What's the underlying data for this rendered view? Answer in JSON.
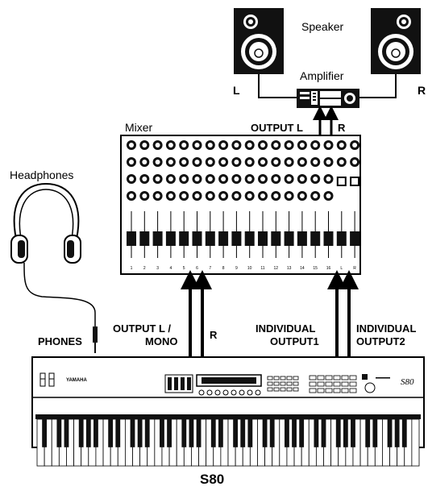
{
  "labels": {
    "speaker": "Speaker",
    "amplifier": "Amplifier",
    "left": "L",
    "right": "R",
    "mixer": "Mixer",
    "output_l": "OUTPUT L",
    "output_r": "R",
    "headphones": "Headphones",
    "phones": "PHONES",
    "output_l_mono": [
      "OUTPUT L /",
      "MONO"
    ],
    "keyboard_r": "R",
    "individual_output1": [
      "INDIVIDUAL",
      "OUTPUT1"
    ],
    "individual_output2": [
      "INDIVIDUAL",
      "OUTPUT2"
    ],
    "model": "S80",
    "brand": "YAMAHA"
  },
  "mixer": {
    "channel_labels": [
      "1",
      "2",
      "3",
      "4",
      "5",
      "6",
      "7",
      "8",
      "9",
      "10",
      "11",
      "12",
      "13",
      "14",
      "15",
      "16",
      "L",
      "R"
    ],
    "mono_channel_count": 16
  },
  "keyboard": {
    "white_key_count": 52,
    "logo_text": "S80"
  }
}
